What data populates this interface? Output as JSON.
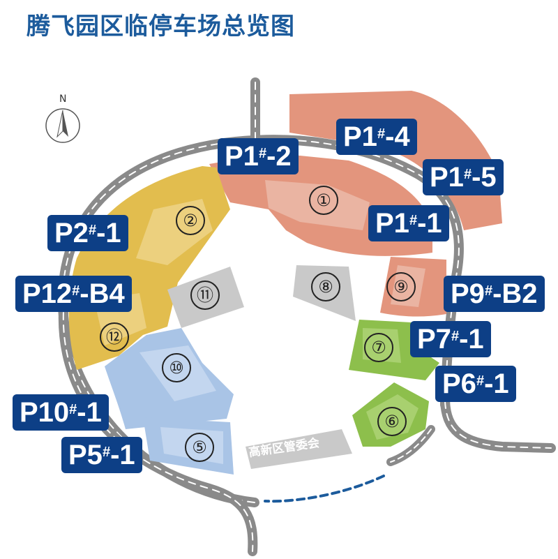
{
  "title": "腾飞园区临停车场总览图",
  "compass": {
    "label": "N"
  },
  "office_label": "高新区管委会",
  "zone_numbers": {
    "z1": "①",
    "z2": "②",
    "z5": "⑤",
    "z6": "⑥",
    "z7": "⑦",
    "z8": "⑧",
    "z9": "⑨",
    "z10": "⑩",
    "z11": "⑪",
    "z12": "⑫"
  },
  "parking_labels": {
    "p1_1": {
      "main": "P1",
      "sup": "#",
      "suffix": "-1"
    },
    "p1_2": {
      "main": "P1",
      "sup": "#",
      "suffix": "-2"
    },
    "p1_4": {
      "main": "P1",
      "sup": "#",
      "suffix": "-4"
    },
    "p1_5": {
      "main": "P1",
      "sup": "#",
      "suffix": "-5"
    },
    "p2_1": {
      "main": "P2",
      "sup": "#",
      "suffix": "-1"
    },
    "p12_b4": {
      "main": "P12",
      "sup": "#",
      "suffix": "-B4"
    },
    "p9_b2": {
      "main": "P9",
      "sup": "#",
      "suffix": "-B2"
    },
    "p7_1": {
      "main": "P7",
      "sup": "#",
      "suffix": "-1"
    },
    "p6_1": {
      "main": "P6",
      "sup": "#",
      "suffix": "-1"
    },
    "p10_1": {
      "main": "P10",
      "sup": "#",
      "suffix": "-1"
    },
    "p5_1": {
      "main": "P5",
      "sup": "#",
      "suffix": "-1"
    }
  },
  "colors": {
    "title": "#1c5b9c",
    "label_bg": "#0d3f86",
    "road": "#8a8a8a",
    "road_dash": "#ffffff",
    "zone_salmon": "#e3957d",
    "zone_yellow": "#e2bd4e",
    "zone_blue": "#a9c4e6",
    "zone_green": "#8dbf4c",
    "zone_gray": "#c9c9c9",
    "dashed_path": "#1c5b9c"
  }
}
